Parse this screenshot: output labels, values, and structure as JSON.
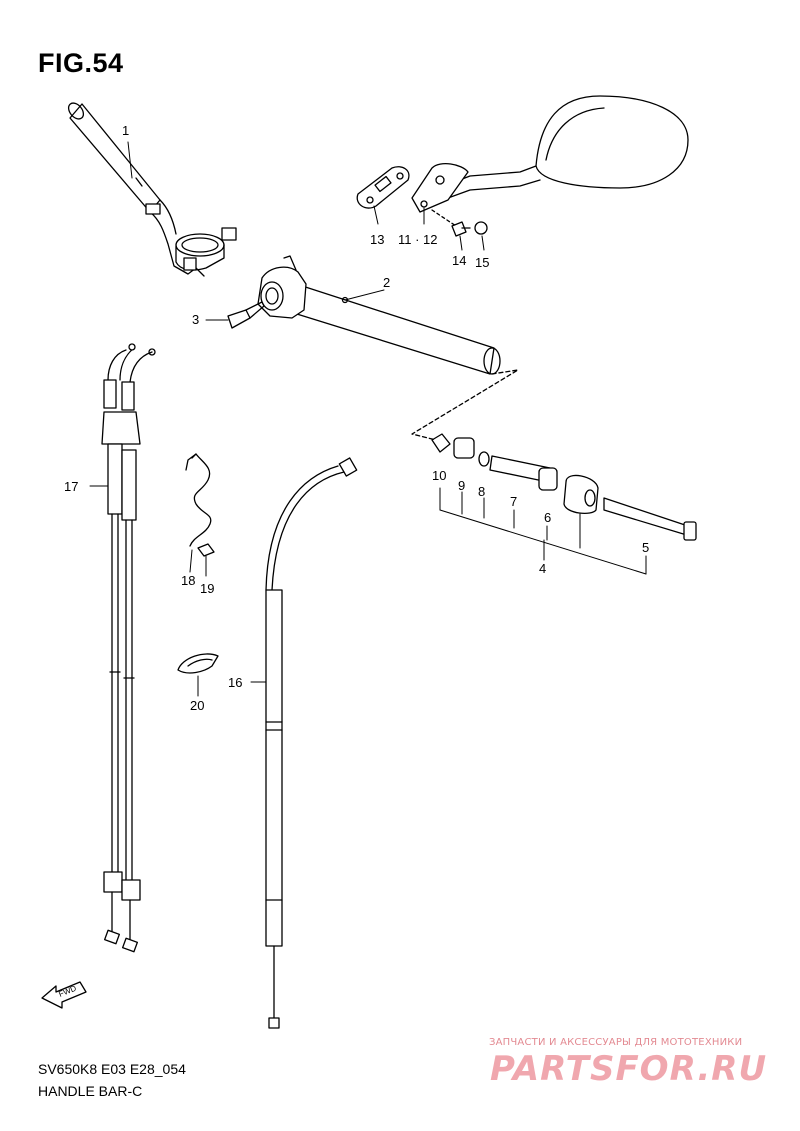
{
  "figure": {
    "title": "FIG.54",
    "code": "SV650K8 E03 E28_054",
    "caption": "HANDLE BAR-C"
  },
  "callouts": {
    "c1": "1",
    "c2": "2",
    "c3": "3",
    "c4": "4",
    "c5": "5",
    "c6": "6",
    "c7": "7",
    "c8": "8",
    "c9": "9",
    "c10": "10",
    "c11_12": "11 · 12",
    "c13": "13",
    "c14": "14",
    "c15": "15",
    "c16": "16",
    "c17": "17",
    "c18": "18",
    "c19": "19",
    "c20": "20"
  },
  "direction_arrow": {
    "label": "FWD",
    "icon": "forward-arrow-icon"
  },
  "watermark": {
    "tagline": "ЗАПЧАСТИ И АКСЕССУАРЫ ДЛЯ МОТОТЕХНИКИ",
    "brand": "PARTSFOR.RU"
  }
}
